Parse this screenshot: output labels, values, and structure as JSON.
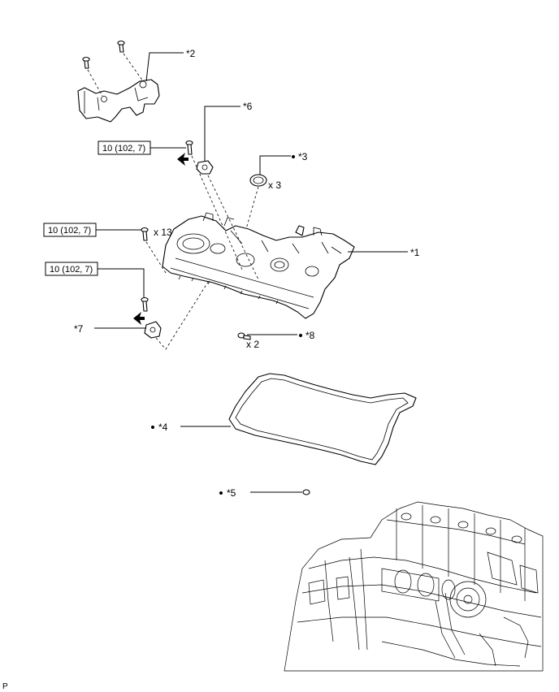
{
  "callouts": {
    "p1": "*1",
    "p2": "*2",
    "p3": "*3",
    "p4": "*4",
    "p5": "*5",
    "p6": "*6",
    "p7": "*7",
    "p8": "*8"
  },
  "quantities": {
    "p3_qty": "x 3",
    "bolts_qty": "x 13",
    "p8_qty": "x 2"
  },
  "torque": {
    "sensor_upper": "10 (102, 7)",
    "cover_bolts": "10 (102, 7)",
    "sensor_lower": "10 (102, 7)"
  },
  "footer_code": "P"
}
